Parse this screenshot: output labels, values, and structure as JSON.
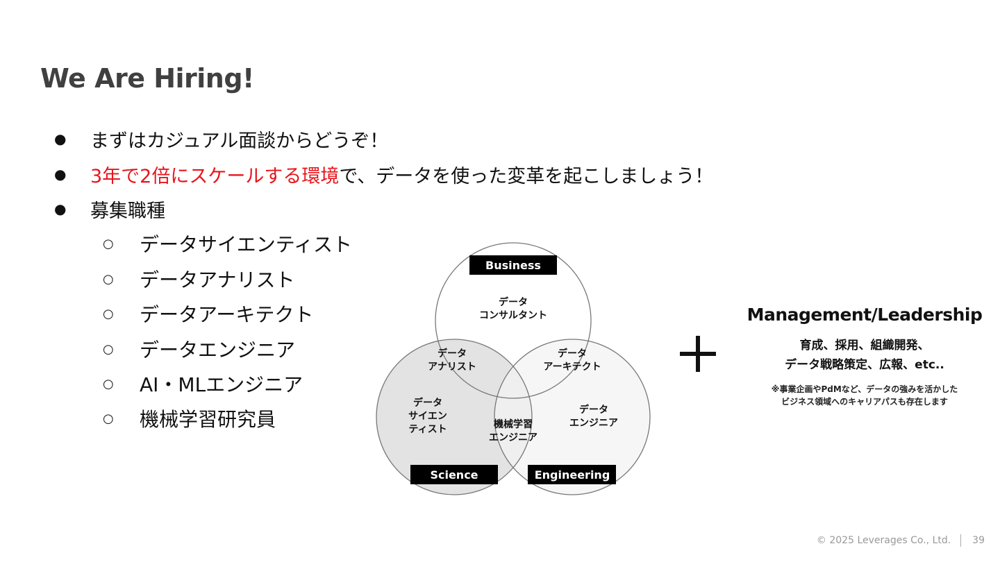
{
  "slide": {
    "title": "We Are Hiring!"
  },
  "bullets": {
    "b1": "まずはカジュアル面談からどうぞ！",
    "b2_highlight": "3年で2倍にスケールする環境",
    "b2_rest": "で、データを使った変革を起こしましょう！",
    "b3": "募集職種",
    "marker": "●",
    "sub_marker": "○"
  },
  "roles": [
    "データサイエンティスト",
    "データアナリスト",
    "データアーキテクト",
    "データエンジニア",
    "AI・MLエンジニア",
    "機械学習研究員"
  ],
  "venn": {
    "business_label": "Business",
    "science_label": "Science",
    "engineering_label": "Engineering",
    "consultant": [
      "データ",
      "コンサルタント"
    ],
    "analyst": [
      "データ",
      "アナリスト"
    ],
    "architect": [
      "データ",
      "アーキテクト"
    ],
    "scientist": [
      "データ",
      "サイエン",
      "ティスト"
    ],
    "ml_engineer": [
      "機械学習",
      "エンジニア"
    ],
    "engineer": [
      "データ",
      "エンジニア"
    ],
    "colors": {
      "science_fill": "#e3e3e3",
      "engineering_fill": "#f3f3f3",
      "circle_stroke": "#777777",
      "label_bg": "#000000"
    }
  },
  "management": {
    "title": "Management/Leadership",
    "line1": "育成、採用、組織開発、",
    "line2": "データ戦略策定、広報、etc..",
    "note1": "※事業企画やPdMなど、データの強みを活かした",
    "note2": "ビジネス領域へのキャリアパスも存在します"
  },
  "footer": {
    "copyright": "©  2025 Leverages Co., Ltd.",
    "page": "39"
  },
  "colors": {
    "title": "#404040",
    "highlight": "#e8141b"
  }
}
